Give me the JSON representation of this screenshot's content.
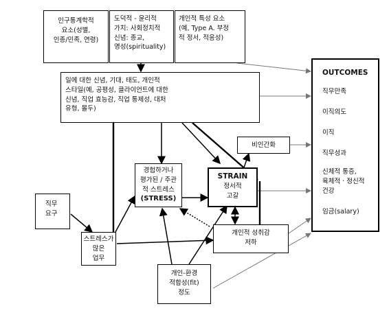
{
  "boxes": {
    "demographic": "인구통계학적\n요소(성별,\n인종/민족, 연령)",
    "moral": "도덕적 - 윤리적\n가치: 사회정치적\n신념: 종교,\n영성(spirituality)",
    "personality": "개인적 특성 요소\n(예, Type A. 부정\n적 정서, 적응성)",
    "work_beliefs": "일에 대한 신념, 기대, 태도, 개인적\n스타일(예, 공평성, 클라이언트에 대한\n신념, 직업 효능감, 직업 통제성, 대처\n유형, 몰두)",
    "stress_line1": "경험하거나",
    "stress_line2": "평가된 / 주관",
    "stress_line3": "적 스트레스",
    "stress_label": "(STRESS)",
    "strain_label": "STRAIN",
    "strain_line1": "정서적",
    "strain_line2": "고갈",
    "cynicism": "비인간화",
    "accomplishment": "개인적 성취감\n저하",
    "job_demands": "직무\n요구",
    "workload": "스트레스가\n많은\n업무",
    "fit": "개인-환경\n적합성(fit)\n정도"
  },
  "outcomes": {
    "title": "OUTCOMES",
    "items": [
      "직무만족",
      "이직의도",
      "이직",
      "직무성과",
      "신체적 통증,\n육체적 · 정신적\n건강",
      "임금(salary)"
    ]
  }
}
